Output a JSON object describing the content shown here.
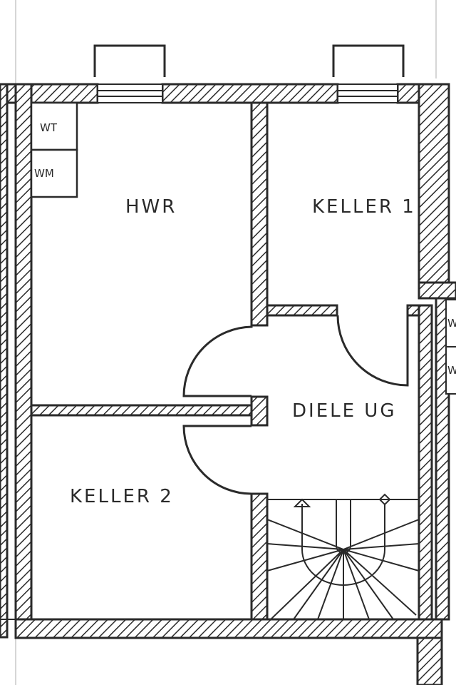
{
  "rooms": {
    "hwr": "HWR",
    "keller1": "KELLER 1",
    "keller2": "KELLER 2",
    "diele": "DIELE UG"
  },
  "appliances": {
    "wt": "WT",
    "wm": "WM",
    "edge_1": "W",
    "edge_2": "W"
  }
}
